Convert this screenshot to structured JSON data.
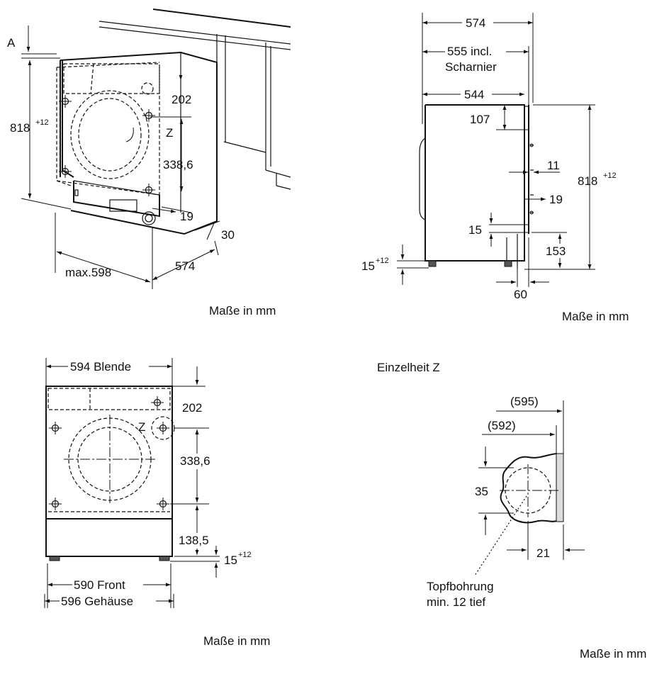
{
  "unit_note": "Maße in mm",
  "view_perspective": {
    "label_a": "A",
    "height": "818",
    "height_tol": "+12",
    "top_panel": "202",
    "detail_mark": "Z",
    "hole_spacing": "338,6",
    "dim_19": "19",
    "dim_30": "30",
    "depth": "574",
    "width": "max.598"
  },
  "view_side": {
    "depth_total": "574",
    "depth_hinge_line1": "555 incl.",
    "depth_hinge_line2": "Scharnier",
    "depth_body": "544",
    "dim_107": "107",
    "dim_11": "11",
    "height": "818",
    "height_tol": "+12",
    "dim_19": "19",
    "dim_15": "15",
    "dim_153": "153",
    "foot": "15",
    "foot_tol": "+12",
    "dim_60": "60"
  },
  "view_front": {
    "blende_width": "594 Blende",
    "top_panel": "202",
    "detail_mark": "Z",
    "hole_spacing": "338,6",
    "bottom": "138,5",
    "foot": "15",
    "foot_tol": "+12",
    "front_width": "590 Front",
    "housing_width": "596 Gehäuse"
  },
  "detail_z": {
    "title": "Einzelheit Z",
    "dim_595": "(595)",
    "dim_592": "(592)",
    "dim_35": "35",
    "dim_21": "21",
    "note_line1": "Topfbohrung",
    "note_line2": "min. 12 tief"
  }
}
